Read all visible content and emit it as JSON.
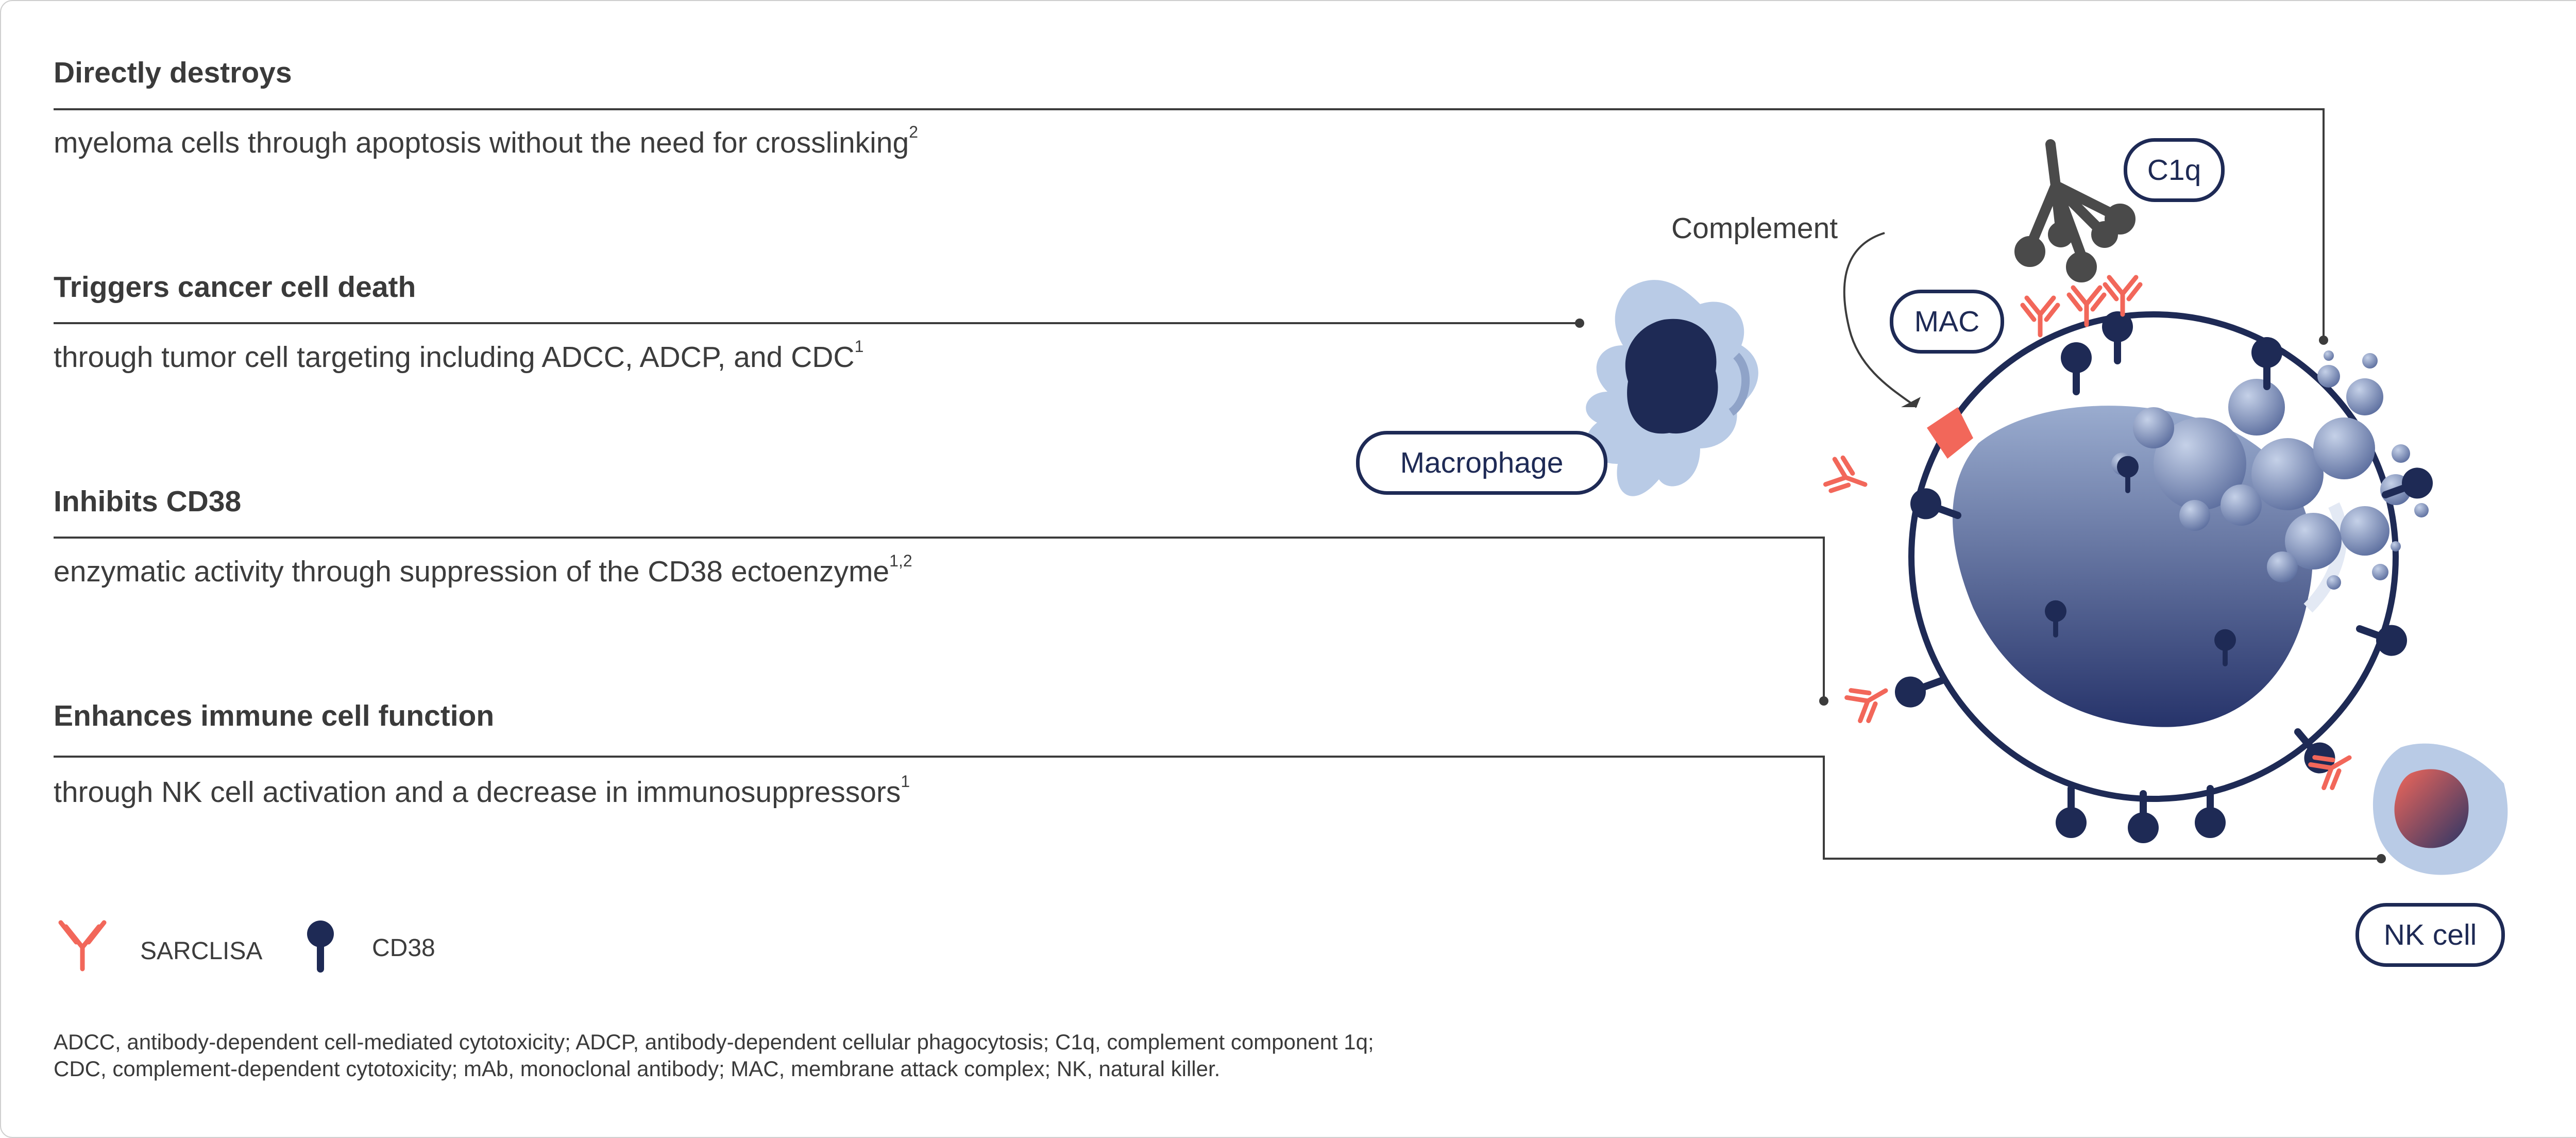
{
  "sections": [
    {
      "heading": "Directly destroys",
      "desc": "myeloma cells through apoptosis without the need for crosslinking",
      "sup": "2"
    },
    {
      "heading": "Triggers cancer cell death",
      "desc": "through tumor cell targeting including ADCC, ADCP, and CDC",
      "sup": "1"
    },
    {
      "heading": "Inhibits CD38",
      "desc": "enzymatic activity through suppression of the CD38 ectoenzyme",
      "sup": "1,2"
    },
    {
      "heading": "Enhances immune cell function",
      "desc": "through NK cell activation and a decrease in immunosuppressors",
      "sup": "1"
    }
  ],
  "labels": {
    "c1q": "C1q",
    "complement": "Complement",
    "mac": "MAC",
    "macrophage": "Macrophage",
    "nk_cell": "NK cell"
  },
  "legend": {
    "sarclisa": "SARCLISA",
    "cd38": "CD38"
  },
  "footnote": {
    "line1": "ADCC, antibody-dependent cell-mediated cytotoxicity; ADCP, antibody-dependent cellular phagocytosis; C1q, complement component 1q;",
    "line2": "CDC, complement-dependent cytotoxicity; mAb, monoclonal antibody; MAC, membrane attack complex; NK, natural killer."
  },
  "colors": {
    "navy": "#1e2a55",
    "coral": "#f2675a",
    "light_blue": "#b9cbe6",
    "line_gray": "#3c3c3c",
    "frame": "#cfcfcf"
  },
  "icons": [
    "antibody-icon",
    "cd38-receptor-icon",
    "c1q-icon"
  ]
}
